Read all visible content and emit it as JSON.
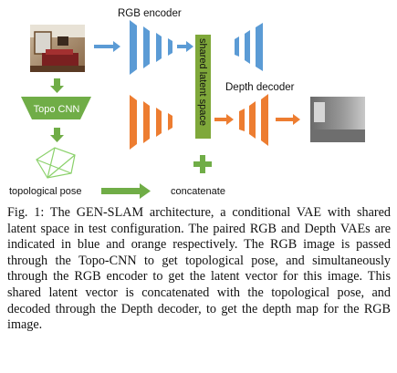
{
  "figure": {
    "labels": {
      "rgb_encoder": "RGB encoder",
      "shared_latent_space": "shared latent space",
      "depth_decoder": "Depth decoder",
      "topo_cnn": "Topo CNN",
      "topological_pose": "topological pose",
      "concatenate": "concatenate"
    },
    "colors": {
      "blue": "#5b9bd5",
      "orange": "#ed7d31",
      "green": "#70ad47",
      "latent_box": "#7fa83a"
    }
  },
  "caption": {
    "prefix": "Fig. 1:",
    "text": "The GEN-SLAM architecture, a conditional VAE with shared latent space in test configuration. The paired RGB and Depth VAEs are indicated in blue and orange respectively. The RGB image is passed through the Topo-CNN to get topological pose, and simultaneously through the RGB encoder to get the latent vector for this image. This shared latent vector is concatenated with the topological pose, and decoded through the Depth decoder, to get the depth map for the RGB image."
  }
}
